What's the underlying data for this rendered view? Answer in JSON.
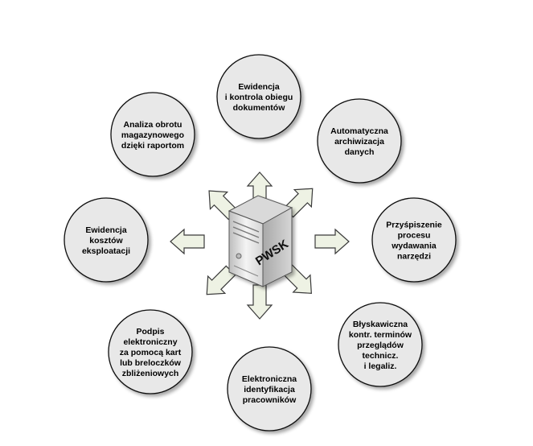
{
  "diagram": {
    "center": {
      "label": "PWSK",
      "icon": "server-icon"
    },
    "nodes": [
      {
        "id": "ewidencja-dokumentow",
        "lines": [
          "Ewidencja",
          "i kontrola obiegu",
          "dokumentów"
        ]
      },
      {
        "id": "automatyczna-archiwizacja",
        "lines": [
          "Automatyczna",
          "archiwizacja",
          "danych"
        ]
      },
      {
        "id": "przyspieszenie",
        "lines": [
          "Przyśpiszenie",
          "procesu",
          "wydawania",
          "narzędzi"
        ]
      },
      {
        "id": "blyskawiczna-kontrola",
        "lines": [
          "Błyskawiczna",
          "kontr. terminów",
          "przeglądów",
          "technicz.",
          "i legaliz."
        ]
      },
      {
        "id": "elektroniczna-identyfikacja",
        "lines": [
          "Elektroniczna",
          "identyfikacja",
          "pracowników"
        ]
      },
      {
        "id": "podpis-elektroniczny",
        "lines": [
          "Podpis",
          "elektroniczny",
          "za pomocą kart",
          "lub breloczków",
          "zbliżeniowych"
        ]
      },
      {
        "id": "ewidencja-kosztow",
        "lines": [
          "Ewidencja",
          "kosztów",
          "eksploatacji"
        ]
      },
      {
        "id": "analiza-obrotu",
        "lines": [
          "Analiza obrotu",
          "magazynowego",
          "dzięki raportom"
        ]
      }
    ],
    "colors": {
      "circle_fill": "#e8e8e8",
      "circle_stroke": "#111111",
      "arrow_fill": "#eef2e4",
      "arrow_stroke": "#3a3a3a",
      "server_light": "#f2f2f2",
      "server_mid": "#c9c9c9",
      "server_dark": "#8e8e8e"
    }
  }
}
